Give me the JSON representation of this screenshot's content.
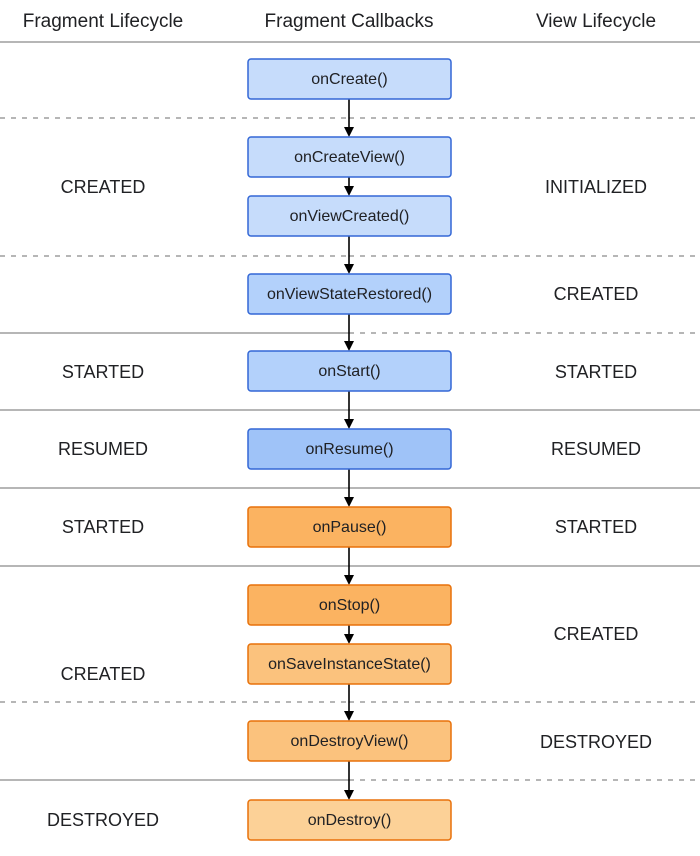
{
  "headers": {
    "fragment_lifecycle": "Fragment Lifecycle",
    "fragment_callbacks": "Fragment Callbacks",
    "view_lifecycle": "View Lifecycle"
  },
  "colors": {
    "blue_light": "#c6dcfb",
    "blue_mid": "#b3d1fb",
    "blue_dark": "#9fc3f8",
    "blue_stroke": "#3367d6",
    "orange_dark": "#fbb361",
    "orange_mid": "#fbc27d",
    "orange_light": "#fcd197",
    "orange_stroke": "#e8710a",
    "divider_solid": "#9e9e9e",
    "divider_dashed": "#9e9e9e",
    "arrow": "#000000"
  },
  "callbacks": [
    {
      "id": "onCreate",
      "label": "onCreate()",
      "tone": "blue_light"
    },
    {
      "id": "onCreateView",
      "label": "onCreateView()",
      "tone": "blue_light"
    },
    {
      "id": "onViewCreated",
      "label": "onViewCreated()",
      "tone": "blue_light"
    },
    {
      "id": "onViewStateRestored",
      "label": "onViewStateRestored()",
      "tone": "blue_mid"
    },
    {
      "id": "onStart",
      "label": "onStart()",
      "tone": "blue_mid"
    },
    {
      "id": "onResume",
      "label": "onResume()",
      "tone": "blue_dark"
    },
    {
      "id": "onPause",
      "label": "onPause()",
      "tone": "orange_dark"
    },
    {
      "id": "onStop",
      "label": "onStop()",
      "tone": "orange_dark"
    },
    {
      "id": "onSaveInstanceState",
      "label": "onSaveInstanceState()",
      "tone": "orange_mid"
    },
    {
      "id": "onDestroyView",
      "label": "onDestroyView()",
      "tone": "orange_mid"
    },
    {
      "id": "onDestroy",
      "label": "onDestroy()",
      "tone": "orange_light"
    }
  ],
  "fragment_states": [
    {
      "id": "created-1",
      "label": "CREATED"
    },
    {
      "id": "started-1",
      "label": "STARTED"
    },
    {
      "id": "resumed",
      "label": "RESUMED"
    },
    {
      "id": "started-2",
      "label": "STARTED"
    },
    {
      "id": "created-2",
      "label": "CREATED"
    },
    {
      "id": "destroyed",
      "label": "DESTROYED"
    }
  ],
  "view_states": [
    {
      "id": "initialized",
      "label": "INITIALIZED"
    },
    {
      "id": "created-1",
      "label": "CREATED"
    },
    {
      "id": "started-1",
      "label": "STARTED"
    },
    {
      "id": "resumed",
      "label": "RESUMED"
    },
    {
      "id": "started-2",
      "label": "STARTED"
    },
    {
      "id": "created-2",
      "label": "CREATED"
    },
    {
      "id": "destroyed",
      "label": "DESTROYED"
    }
  ]
}
